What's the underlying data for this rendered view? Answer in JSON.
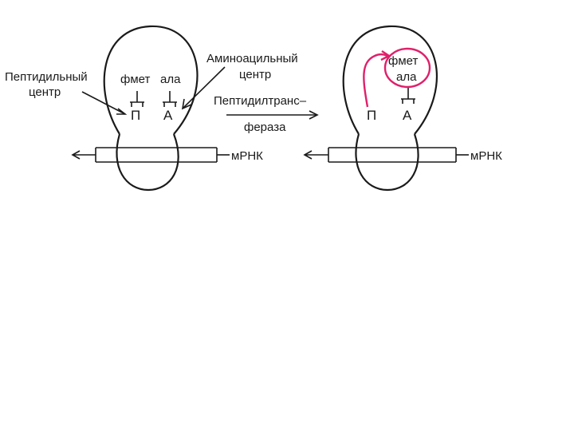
{
  "left_panel": {
    "peptidyl_center": [
      "Пептидильный",
      "центр"
    ],
    "aminoacyl_center": [
      "Аминоацильный",
      "центр"
    ],
    "aa_p": "фмет",
    "aa_a": "ала",
    "site_p": "П",
    "site_a": "А",
    "mrna": "мРНК"
  },
  "reaction_arrow": {
    "enzyme": [
      "Пептидилтранс–",
      "фераза"
    ]
  },
  "right_panel": {
    "dipeptide": [
      "фмет",
      "ала"
    ],
    "site_p": "П",
    "site_a": "А",
    "mrna": "мРНК"
  },
  "colors": {
    "ink": "#1a1a1a",
    "highlight": "#e0206a"
  }
}
